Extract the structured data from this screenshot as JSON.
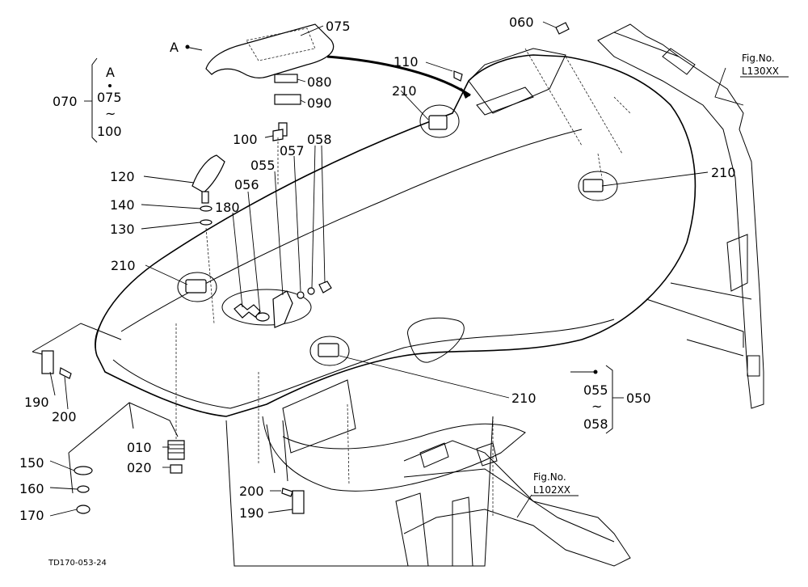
{
  "drawing_code": "TD170-053-24",
  "labels": {
    "p050": "050",
    "p055": "055",
    "p055b": "055",
    "p056": "056",
    "p057": "057",
    "p058": "058",
    "p058b": "058",
    "p060": "060",
    "p070": "070",
    "p075": "075",
    "p075b": "075",
    "p080": "080",
    "p090": "090",
    "p100": "100",
    "p100b": "100",
    "p110": "110",
    "p120": "120",
    "p130": "130",
    "p140": "140",
    "p150": "150",
    "p160": "160",
    "p170": "170",
    "p180": "180",
    "p190a": "190",
    "p190b": "190",
    "p200a": "200",
    "p200b": "200",
    "p210a": "210",
    "p210b": "210",
    "p210c": "210",
    "p210d": "210",
    "p010": "010",
    "p020": "020",
    "view_a": "A",
    "view_a_group": "A",
    "tilde_a": "~",
    "tilde_b": "~"
  },
  "references": {
    "fig_l130_title": "Fig.No.",
    "fig_l130_code": "L130XX",
    "fig_l102_title": "Fig.No.",
    "fig_l102_code": "L102XX"
  }
}
